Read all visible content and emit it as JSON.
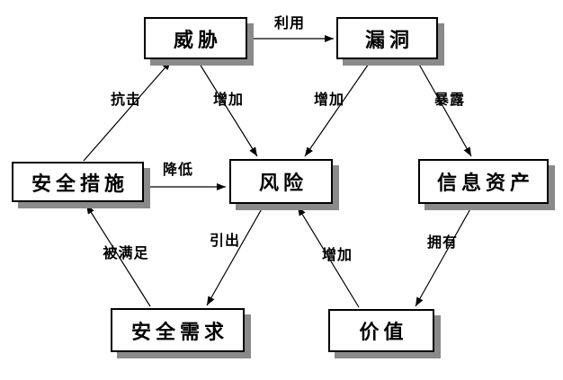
{
  "diagram": {
    "background": "#ffffff",
    "node_style": {
      "fill": "#ffffff",
      "border_color": "#000000",
      "shadow_color": "#8a8a8a",
      "text_color": "#000000"
    },
    "line_color": "#000000",
    "nodes": {
      "threat": {
        "label": "威胁"
      },
      "vulnerability": {
        "label": "漏洞"
      },
      "security_measures": {
        "label": "安全措施"
      },
      "risk": {
        "label": "风险"
      },
      "information_assets": {
        "label": "信息资产"
      },
      "security_requirements": {
        "label": "安全需求"
      },
      "value": {
        "label": "价值"
      }
    },
    "edges": {
      "exploit": {
        "label": "利用",
        "from": "threat",
        "to": "vulnerability"
      },
      "resist": {
        "label": "抗击",
        "from": "security_measures",
        "to": "threat"
      },
      "increase_by_threat": {
        "label": "增加",
        "from": "threat",
        "to": "risk"
      },
      "increase_by_vulnerability": {
        "label": "增加",
        "from": "vulnerability",
        "to": "risk"
      },
      "expose": {
        "label": "暴露",
        "from": "vulnerability",
        "to": "information_assets"
      },
      "reduce": {
        "label": "降低",
        "from": "security_measures",
        "to": "risk"
      },
      "satisfied_by": {
        "label": "被满足",
        "from": "security_requirements",
        "to": "security_measures"
      },
      "derive": {
        "label": "引出",
        "from": "risk",
        "to": "security_requirements"
      },
      "increase_by_value": {
        "label": "增加",
        "from": "value",
        "to": "risk"
      },
      "own": {
        "label": "拥有",
        "from": "information_assets",
        "to": "value"
      }
    }
  }
}
